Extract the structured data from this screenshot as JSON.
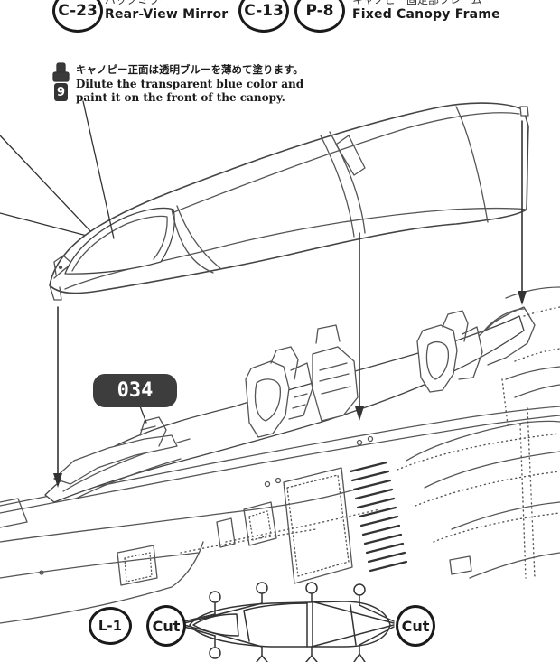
{
  "header": {
    "part1_id": "C-23",
    "part1_jp": "バックミラー",
    "part1_en": "Rear-View Mirror",
    "part2_id": "C-13",
    "part3_id": "P-8",
    "part3_jp": "キャノピー固定部フレーム",
    "part3_en": "Fixed Canopy Frame"
  },
  "paint_note": {
    "color_number": "9",
    "jp": "キャノピー正面は透明ブルーを薄めて塗ります。",
    "en_line1": "Dilute the transparent blue color and",
    "en_line2": "paint it on the front of the canopy."
  },
  "step": {
    "label": "034"
  },
  "bottom": {
    "part_id": "L-1",
    "cut_left": "Cut",
    "cut_right": "Cut"
  }
}
